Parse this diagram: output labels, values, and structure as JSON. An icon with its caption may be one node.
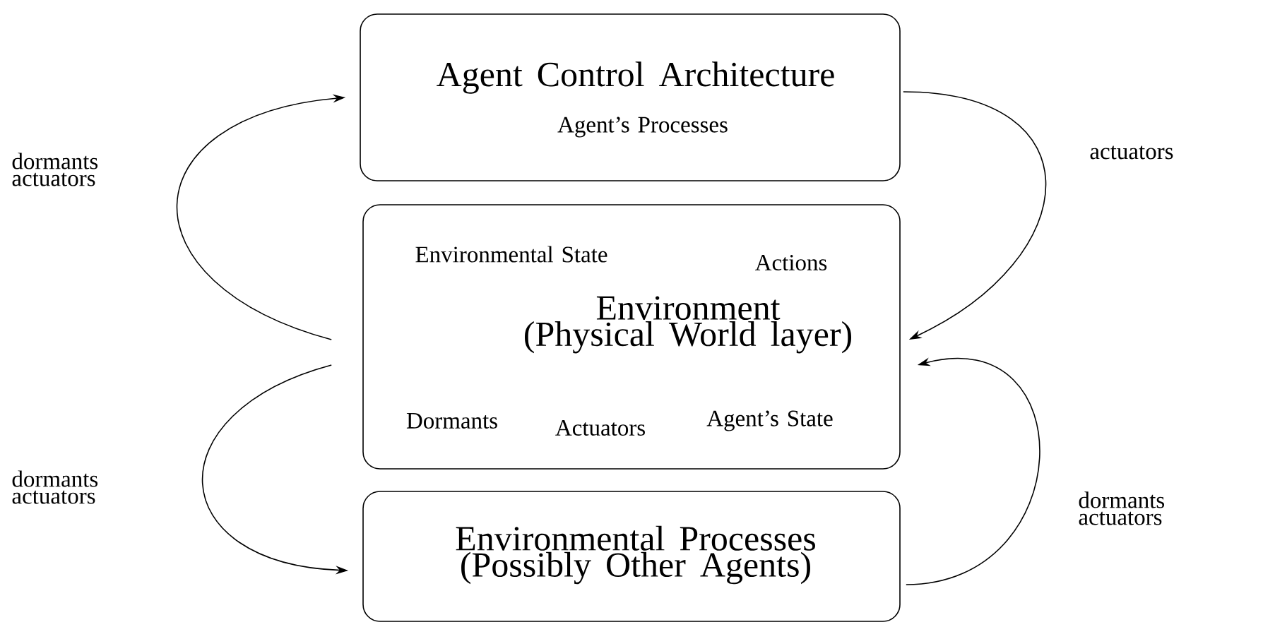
{
  "diagram": {
    "nodes": [
      {
        "text": [
          "Agent Control Architecture",
          "Agent’s Processes"
        ]
      },
      {
        "text": [
          "Environmental State",
          "Actions",
          "Environment (Physical World layer)",
          "Dormants",
          "Actuators",
          "Agent’s State"
        ]
      },
      {
        "text": [
          "Environmental Processes (Possibly Other Agents)"
        ]
      }
    ],
    "edges": [
      {
        "from": 1,
        "to": 0,
        "arrow": "to",
        "label": "dormants actuators"
      },
      {
        "from": 0,
        "to": 1,
        "arrow": "to",
        "label": "actuators"
      },
      {
        "from": 1,
        "to": 2,
        "arrow": "to",
        "label": "dormants actuators"
      },
      {
        "from": 2,
        "to": 1,
        "arrow": "to",
        "label": "dormants actuators"
      }
    ]
  }
}
